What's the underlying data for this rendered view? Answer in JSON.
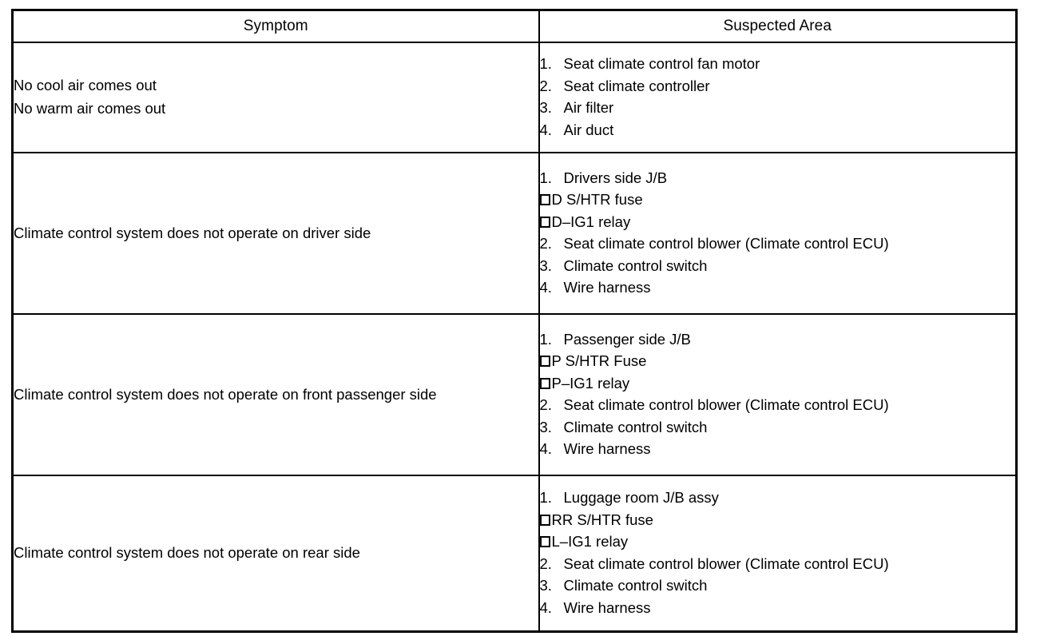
{
  "document": {
    "type": "symptom-table",
    "columns": [
      "Symptom",
      "Suspected Area"
    ]
  },
  "table": {
    "headers": {
      "symptom": "Symptom",
      "suspected_area": "Suspected Area"
    },
    "rows": [
      {
        "symptom_lines": [
          "No cool air comes out",
          "No warm air comes out"
        ],
        "suspected_area": [
          {
            "marker": "1.",
            "marker_type": "number",
            "text": "Seat climate control fan motor"
          },
          {
            "marker": "2.",
            "marker_type": "number",
            "text": "Seat climate controller"
          },
          {
            "marker": "3.",
            "marker_type": "number",
            "text": "Air filter"
          },
          {
            "marker": "4.",
            "marker_type": "number",
            "text": "Air duct"
          }
        ]
      },
      {
        "symptom_lines": [
          "Climate control system does not operate on driver side"
        ],
        "suspected_area": [
          {
            "marker": "1.",
            "marker_type": "number",
            "text": "Drivers side J/B"
          },
          {
            "marker": "□",
            "marker_type": "box",
            "text": "D S/HTR fuse"
          },
          {
            "marker": "□",
            "marker_type": "box",
            "text": "D–IG1 relay"
          },
          {
            "marker": "2.",
            "marker_type": "number",
            "text": "Seat climate control blower (Climate control ECU)"
          },
          {
            "marker": "3.",
            "marker_type": "number",
            "text": "Climate control switch"
          },
          {
            "marker": "4.",
            "marker_type": "number",
            "text": "Wire harness"
          }
        ]
      },
      {
        "symptom_lines": [
          "Climate control system does not operate on front passenger side"
        ],
        "suspected_area": [
          {
            "marker": "1.",
            "marker_type": "number",
            "text": "Passenger side J/B"
          },
          {
            "marker": "□",
            "marker_type": "box",
            "text": "P S/HTR Fuse"
          },
          {
            "marker": "□",
            "marker_type": "box",
            "text": "P–IG1 relay"
          },
          {
            "marker": "2.",
            "marker_type": "number",
            "text": "Seat climate control blower (Climate control ECU)"
          },
          {
            "marker": "3.",
            "marker_type": "number",
            "text": "Climate control switch"
          },
          {
            "marker": "4.",
            "marker_type": "number",
            "text": "Wire harness"
          }
        ]
      },
      {
        "symptom_lines": [
          "Climate control system does not operate on rear side"
        ],
        "suspected_area": [
          {
            "marker": "1.",
            "marker_type": "number",
            "text": "Luggage room J/B assy"
          },
          {
            "marker": "□",
            "marker_type": "box",
            "text": "RR S/HTR fuse"
          },
          {
            "marker": "□",
            "marker_type": "box",
            "text": "L–IG1 relay"
          },
          {
            "marker": "2.",
            "marker_type": "number",
            "text": "Seat climate control blower (Climate control ECU)"
          },
          {
            "marker": "3.",
            "marker_type": "number",
            "text": "Climate control switch"
          },
          {
            "marker": "4.",
            "marker_type": "number",
            "text": "Wire harness"
          }
        ]
      }
    ]
  },
  "colors": {
    "border": "#000000",
    "text": "#000000",
    "background": "#ffffff"
  }
}
